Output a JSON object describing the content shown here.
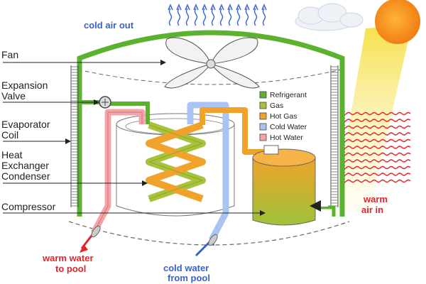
{
  "labels": {
    "fan": "Fan",
    "expansion_1": "Expansion",
    "expansion_2": "Valve",
    "evaporator_1": "Evaporator",
    "evaporator_2": "Coil",
    "heat_1": "Heat",
    "heat_2": "Exchanger",
    "heat_3": "Condenser",
    "compressor": "Compressor"
  },
  "captions": {
    "cold_air_out": "cold air out",
    "warm_air_in_1": "warm",
    "warm_air_in_2": "air in",
    "warm_water_1": "warm water",
    "warm_water_2": "to pool",
    "cold_water_1": "cold water",
    "cold_water_2": "from pool"
  },
  "legend": [
    {
      "label": "Refrigerant",
      "color": "#5ab22e"
    },
    {
      "label": "Gas",
      "color": "#a8c23a"
    },
    {
      "label": "Hot Gas",
      "color": "#f0a22a"
    },
    {
      "label": "Cold Water",
      "color": "#a9c4f2"
    },
    {
      "label": "Hot Water",
      "color": "#f5a3a8"
    }
  ],
  "colors": {
    "refrigerant": "#5ab22e",
    "gas": "#a8c23a",
    "hot_gas": "#f0a22a",
    "cold_water": "#a9c4f2",
    "hot_water": "#f5a3a8",
    "air_cold": "#4a6fd0",
    "air_warm": "#e0262c",
    "sun": "#f28a1a"
  },
  "icons": [
    "sun-icon",
    "cloud-icon",
    "fan-icon",
    "valve-icon",
    "compressor-icon"
  ]
}
